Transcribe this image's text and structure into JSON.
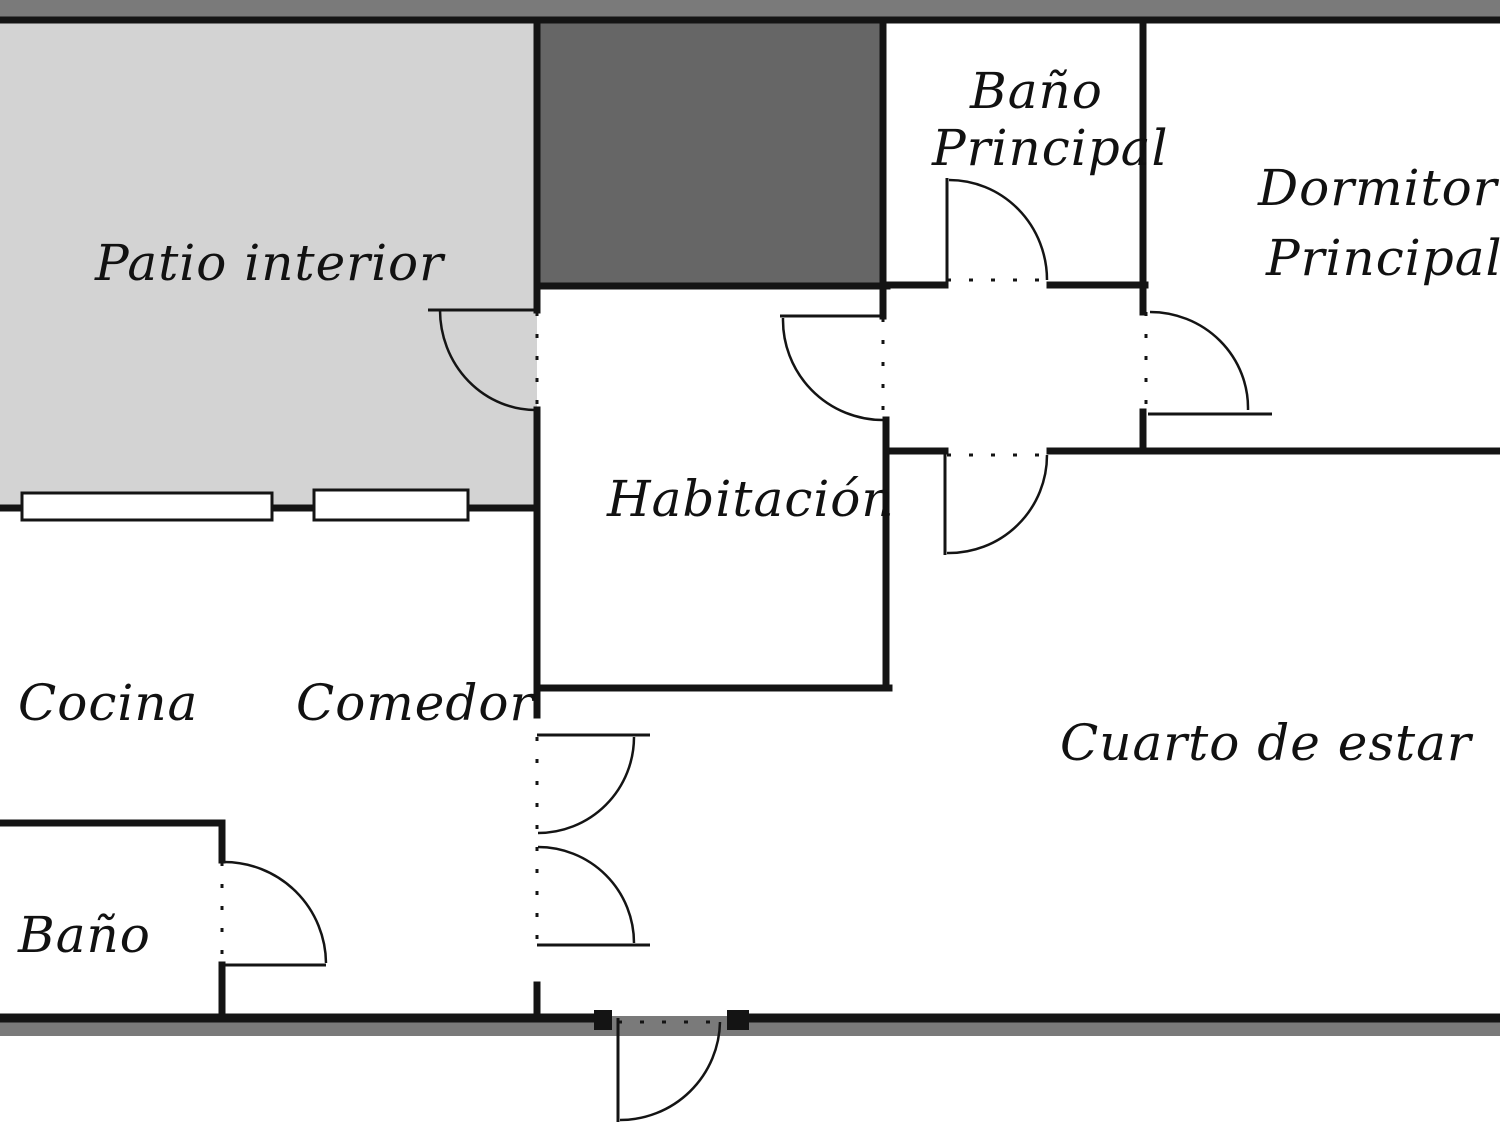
{
  "colors": {
    "wall": "#141414",
    "patio_fill": "#d3d3d3",
    "void_fill": "#666666",
    "outer_band": "#7a7a7a",
    "background": "#ffffff"
  },
  "rooms": {
    "patio_interior": "Patio interior",
    "bano_principal_line1": "Baño",
    "bano_principal_line2": "Principal",
    "dormitorio_principal_line1": "Dormitorio",
    "dormitorio_principal_line2": "Principal",
    "habitacion": "Habitación",
    "cocina": "Cocina",
    "comedor": "Comedor",
    "cuarto_de_estar": "Cuarto de estar",
    "bano": "Baño"
  }
}
